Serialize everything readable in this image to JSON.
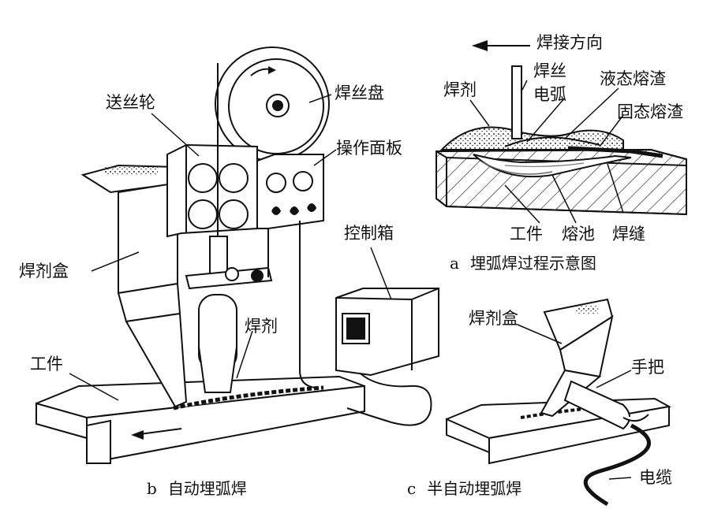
{
  "figure_a": {
    "direction_label": "焊接方向",
    "labels": {
      "flux": "焊剂",
      "wire": "焊丝",
      "arc": "电弧",
      "liquid_slag": "液态熔渣",
      "solid_slag": "固态熔渣",
      "workpiece": "工件",
      "weld_pool": "熔池",
      "weld_seam": "焊缝"
    },
    "caption_letter": "a",
    "caption": "埋弧焊过程示意图"
  },
  "figure_b": {
    "labels": {
      "wire_feed_wheel": "送丝轮",
      "wire_spool": "焊丝盘",
      "control_panel": "操作面板",
      "control_box": "控制箱",
      "flux_hopper": "焊剂盒",
      "flux": "焊剂",
      "workpiece": "工件"
    },
    "caption_letter": "b",
    "caption": "自动埋弧焊"
  },
  "figure_c": {
    "labels": {
      "flux_hopper": "焊剂盒",
      "handle": "手把",
      "cable": "电缆"
    },
    "caption_letter": "c",
    "caption": "半自动埋弧焊"
  }
}
